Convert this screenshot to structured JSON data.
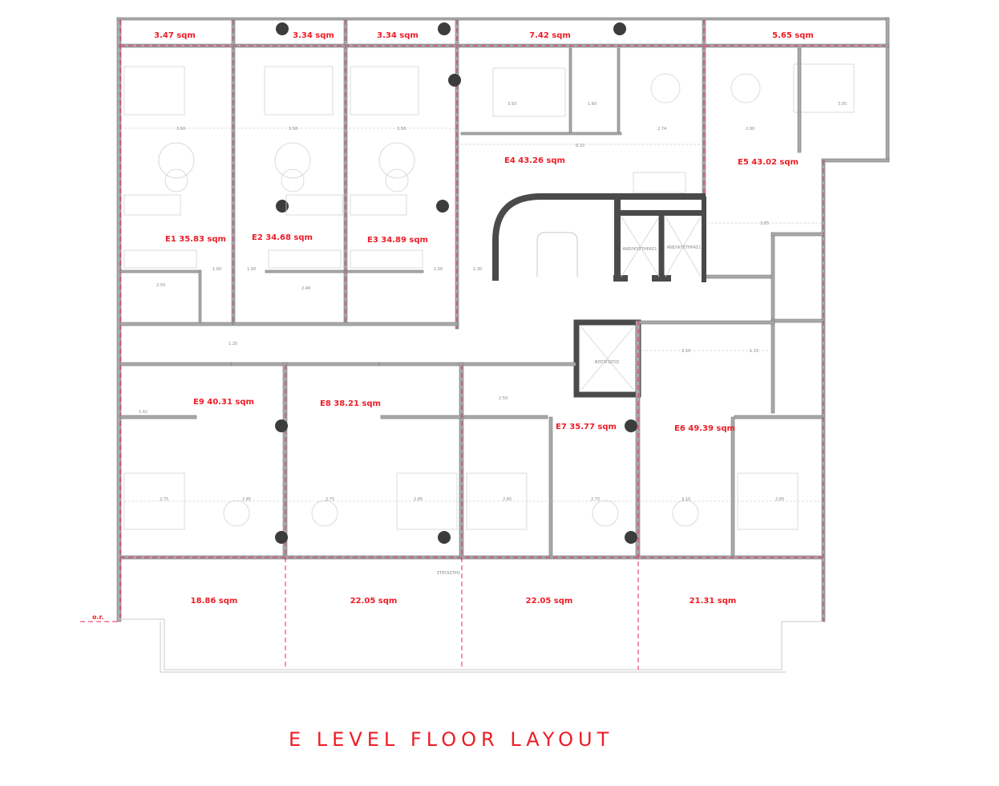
{
  "title": "E  LEVEL FLOOR LAYOUT",
  "level_marker": "o.r.",
  "balconies_top": [
    "3.47 sqm",
    "3.34 sqm",
    "3.34 sqm",
    "7.42 sqm",
    "5.65 sqm"
  ],
  "units": {
    "e1": "E1 35.83 sqm",
    "e2": "E2 34.68 sqm",
    "e3": "E3 34.89 sqm",
    "e4": "E4 43.26 sqm",
    "e5": "E5 43.02 sqm",
    "e6": "E6 49.39 sqm",
    "e7": "E7 35.77 sqm",
    "e8": "E8 38.21 sqm",
    "e9": "E9 40.31 sqm"
  },
  "terraces_bottom": [
    "18.86 sqm",
    "22.05 sqm",
    "22.05 sqm",
    "21.31 sqm"
  ],
  "core": {
    "elevator_1": "ΑΝΕΛΚΥΣΤΗΡΑΣ1",
    "elevator_2": "ΑΝΕΛΚΥΣΤΗΡΑΣ1",
    "lightwell": "ΦΩΤΑΓΩΓΟΣ",
    "roof_label": "ΣΤΕΓΑΣΤΡΟ"
  },
  "dimensions": [
    "3.60",
    "3.58",
    "3.58",
    "3.50",
    "1.60",
    "2.74",
    "2.90",
    "3.05",
    "8.10",
    "3.85",
    "1.00",
    "1.00",
    "1.00",
    "1.20",
    "1.30",
    "3.10",
    "1.15",
    "2.75",
    "2.85",
    "2.75",
    "2.85",
    "2.85",
    "2.75",
    "3.10",
    "2.85",
    "2.50",
    "2.46",
    "2.50",
    "1.42"
  ],
  "colors": {
    "accent": "#ee1c25",
    "wall": "#a9a9a9",
    "core": "#4a4a4a"
  }
}
